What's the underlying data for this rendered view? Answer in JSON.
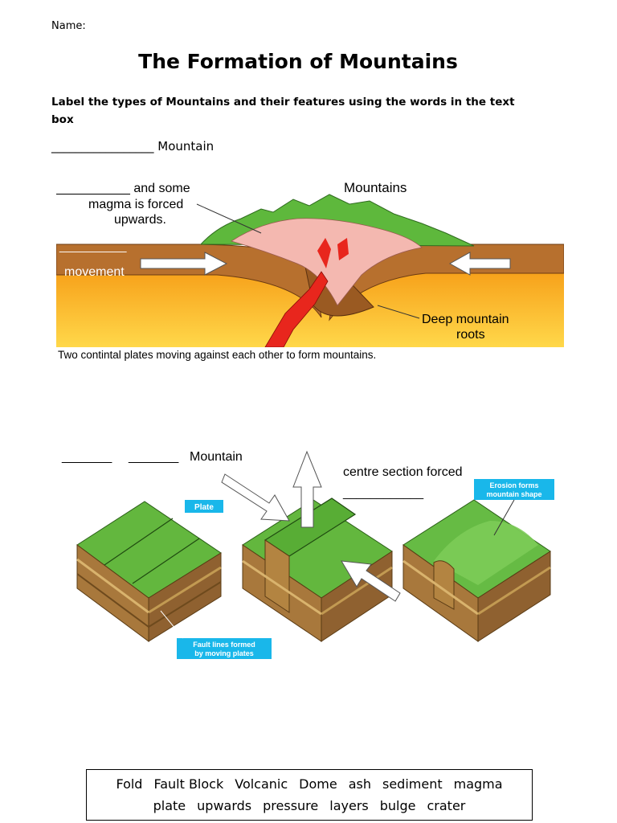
{
  "worksheet": {
    "name_label": "Name:",
    "title": "The Formation of Mountains",
    "instructions": "Label the types of Mountains and their features using the words in the text box",
    "q1_label": "_________________ Mountain"
  },
  "diagram1": {
    "blank_text": "___________ and some",
    "magma_line1": "magma is forced",
    "magma_line2": "upwards.",
    "mountains_label": "Mountains",
    "movement_blank": "__________",
    "movement_label": "movement",
    "roots_line1": "Deep mountain",
    "roots_line2": "roots",
    "caption": "Two contintal plates moving against each other to form  mountains."
  },
  "diagram2": {
    "blank_1": "_______",
    "blank_2": "_______",
    "mountain_word": "Mountain",
    "centre_text": "centre section forced",
    "centre_blank": "____________",
    "plate_tag": "Plate",
    "fault_tag_line1": "Fault lines formed",
    "fault_tag_line2": "by moving plates",
    "erosion_tag_line1": "Erosion forms",
    "erosion_tag_line2": "mountain shape"
  },
  "word_bank": {
    "row1": [
      "Fold",
      "Fault Block",
      "Volcanic",
      "Dome",
      "ash",
      "sediment",
      "magma"
    ],
    "row2": [
      "plate",
      "upwards",
      "pressure",
      "layers",
      "bulge",
      "crater"
    ]
  },
  "colors": {
    "mantle_top": "#f7a21b",
    "mantle_bottom": "#ffd84a",
    "crust": "#b7702e",
    "grass": "#5eb83c",
    "magma": "#e8261d",
    "label_blue": "#19b7ea"
  }
}
